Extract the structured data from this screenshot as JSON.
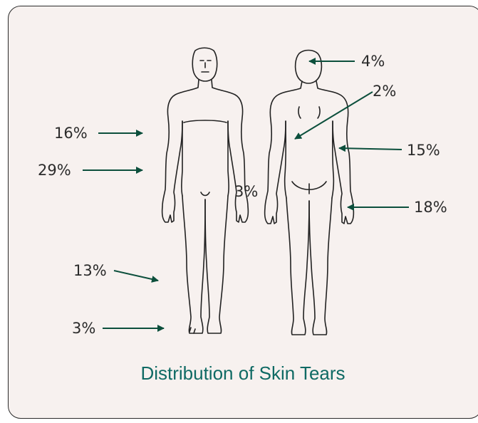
{
  "labels": {
    "upper_arm": "16%",
    "forearm": "29%",
    "hand": "3%",
    "lower_leg": "13%",
    "foot": "3%",
    "head": "4%",
    "back": "2%",
    "back_arm": "15%",
    "back_hand": "18%"
  },
  "title": "Distribution of Skin Tears",
  "colors": {
    "arrow": "#0c4f3c",
    "title": "#0f6a64",
    "panel_bg": "#f7f1ef"
  }
}
